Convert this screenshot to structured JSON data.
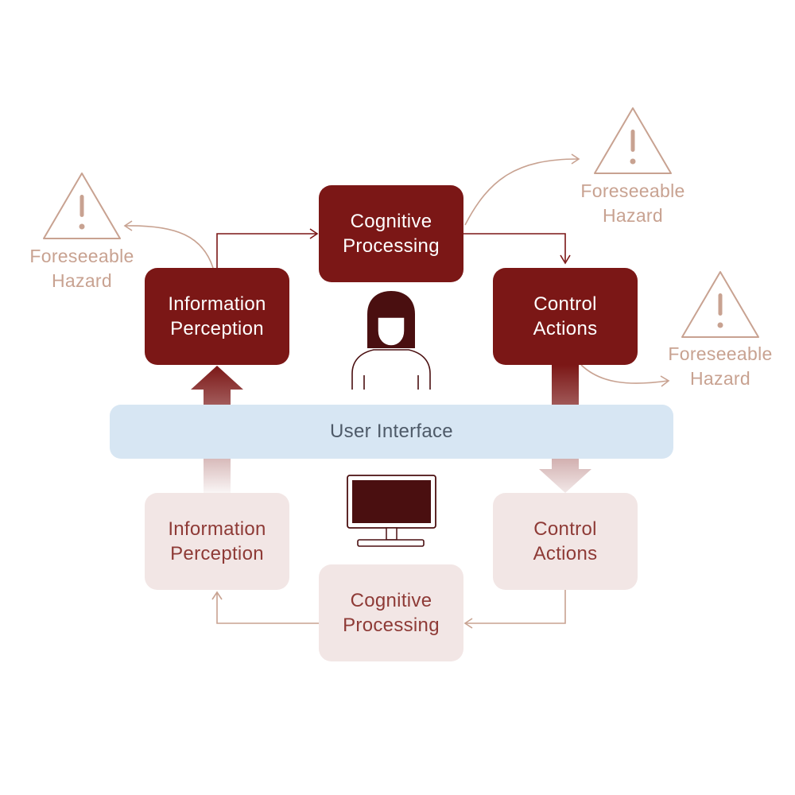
{
  "human_loop": {
    "information_perception": [
      "Information",
      "Perception"
    ],
    "cognitive_processing": [
      "Cognitive",
      "Processing"
    ],
    "control_actions": [
      "Control",
      "Actions"
    ]
  },
  "machine_loop": {
    "information_perception": [
      "Information",
      "Perception"
    ],
    "cognitive_processing": [
      "Cognitive",
      "Processing"
    ],
    "control_actions": [
      "Control",
      "Actions"
    ]
  },
  "user_interface": "User Interface",
  "hazards": [
    [
      "Foreseeable",
      "Hazard"
    ],
    [
      "Foreseeable",
      "Hazard"
    ],
    [
      "Foreseeable",
      "Hazard"
    ]
  ],
  "colors": {
    "human_box": "#7b1716",
    "machine_box": "#f2e6e5",
    "machine_text": "#8e3a36",
    "hazard": "#c8a291",
    "interface_band": "#d7e6f3",
    "interface_text": "#4e5a68"
  },
  "icons": [
    "warning-triangle-icon",
    "person-icon",
    "monitor-icon"
  ]
}
